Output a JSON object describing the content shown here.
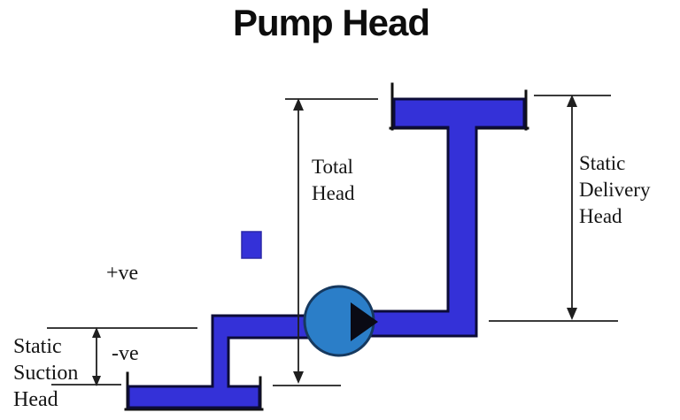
{
  "title": "Pump Head",
  "labels": {
    "total_head": "Total Head",
    "static_delivery_head": "Static Delivery Head",
    "static_suction_head": "Static Suction Head",
    "suction_gauge_positive": "+ve",
    "suction_gauge_negative": "-ve"
  },
  "colors": {
    "background": "#ffffff",
    "pipe_fill": "#3431d8",
    "pipe_stroke": "#0c0c38",
    "pump_fill": "#2b7ec8",
    "pump_stroke": "#16395f",
    "line": "#1f1f1f",
    "text": "#151515"
  }
}
